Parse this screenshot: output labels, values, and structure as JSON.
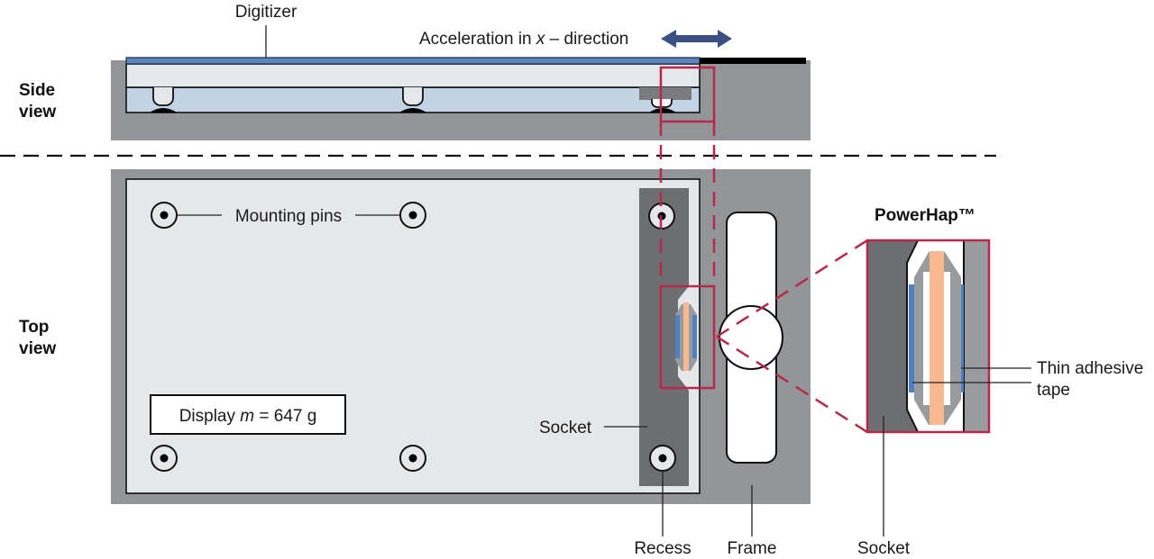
{
  "labels": {
    "side_view_line1": "Side",
    "side_view_line2": "view",
    "top_view_line1": "Top",
    "top_view_line2": "view",
    "digitizer": "Digitizer",
    "acceleration_prefix": "Acceleration in ",
    "acceleration_var": "x",
    "acceleration_suffix": " – direction",
    "mounting_pins": "Mounting pins",
    "display_prefix": "Display ",
    "display_var": "m",
    "display_suffix": " = 647 g",
    "socket_left": "Socket",
    "recess": "Recess",
    "frame": "Frame",
    "socket_detail": "Socket",
    "powerhap": "PowerHap™",
    "adhesive_line1": "Thin adhesive",
    "adhesive_line2": "tape"
  },
  "colors": {
    "frame_gray": "#939598",
    "display_light": "#e6e7e8",
    "socket_dark": "#6d6e71",
    "digitizer_blue": "#5b86c0",
    "cavity_blue": "#c2d3e6",
    "arrow_navy": "#3a4f84",
    "highlight_red": "#b8284a",
    "piezo_orange": "#f8b890",
    "tape_blue": "#4f80c0",
    "actuator_gray": "#9a9b9e"
  }
}
